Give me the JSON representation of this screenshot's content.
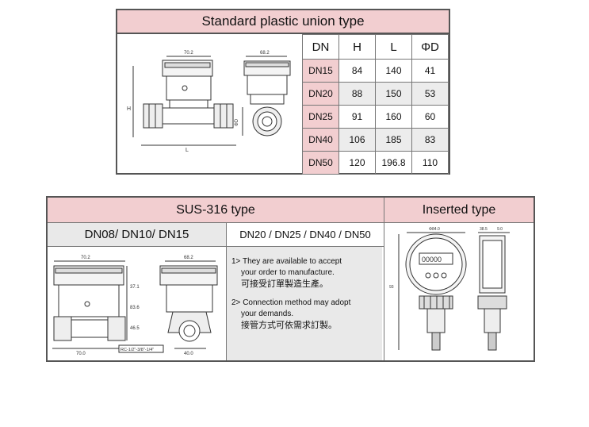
{
  "standard": {
    "title": "Standard plastic union type",
    "headers": [
      "DN",
      "H",
      "L",
      "ΦD"
    ],
    "rows": [
      [
        "DN15",
        "84",
        "140",
        "41"
      ],
      [
        "DN20",
        "88",
        "150",
        "53"
      ],
      [
        "DN25",
        "91",
        "160",
        "60"
      ],
      [
        "DN40",
        "106",
        "185",
        "83"
      ],
      [
        "DN50",
        "120",
        "196.8",
        "110"
      ]
    ],
    "drawing": {
      "dim_left": "70.2",
      "dim_right": "68.2",
      "label_h": "H",
      "label_l": "L",
      "label_d": "ΦD"
    }
  },
  "sus": {
    "title": "SUS-316 type",
    "subheader_left": "DN08/ DN10/ DN15",
    "subheader_right": "DN20 / DN25 / DN40 / DN50",
    "drawing": {
      "dim_top_left": "70.2",
      "dim_top_right": "68.2",
      "dim_v1": "37.1",
      "dim_v2": "83.6",
      "dim_v3": "46.5",
      "dim_bottom_left": "70.0",
      "thread": "RC-1/2\"-3/8\"-1/4\"",
      "dim_bottom_right": "40.0"
    },
    "notes": [
      {
        "num": "1>",
        "en1": "They are available to accept",
        "en2": "your order to manufacture.",
        "zh": "可接受訂單製造生產。"
      },
      {
        "num": "2>",
        "en1": "Connection method may adopt",
        "en2": "your demands.",
        "zh": "接管方式可依需求訂製。"
      }
    ]
  },
  "inserted": {
    "title": "Inserted type",
    "display_value": "00000",
    "dim_top_left": "Φ84.0",
    "dim_top_right": "38.5",
    "dim_top_right2": "9.0",
    "dim_side": "93"
  }
}
